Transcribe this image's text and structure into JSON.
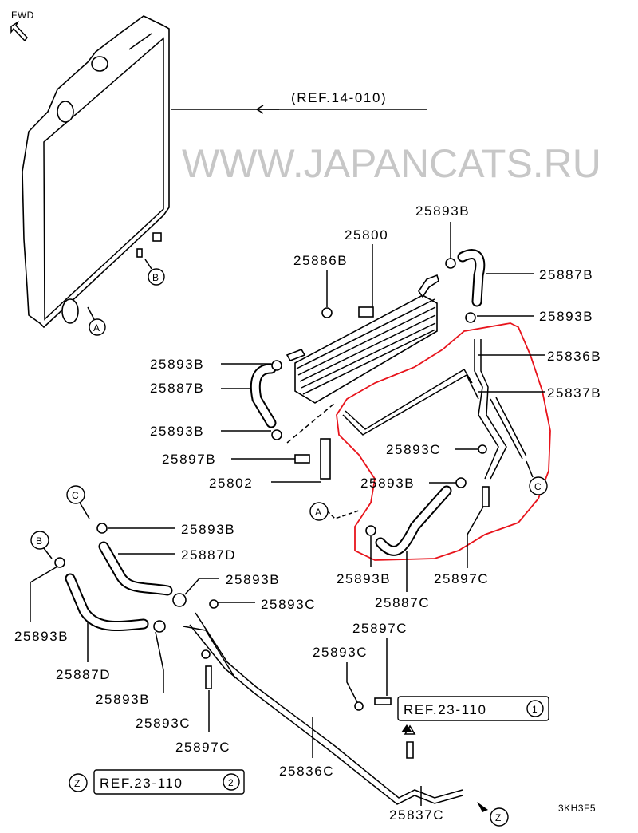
{
  "header": {
    "direction": "FWD",
    "drawing_code": "3KH3F5"
  },
  "watermark": "WWW.JAPANCATS.RU",
  "references": {
    "radiator": "(REF.14-010)",
    "ref1": "REF.23-110",
    "ref1_num": "1",
    "ref2": "REF.23-110",
    "ref2_num": "2"
  },
  "connectors": {
    "a": "A",
    "b": "B",
    "c": "C",
    "z": "Z"
  },
  "labels": [
    "25893B",
    "25800",
    "25886B",
    "25887B",
    "25893B",
    "25836B",
    "25837B",
    "25893B",
    "25887B",
    "25893B",
    "25897B",
    "25802",
    "25893C",
    "25893B",
    "25893B",
    "25897C",
    "25887C",
    "25893B",
    "25887D",
    "25893B",
    "25893C",
    "25893B",
    "25887D",
    "25893B",
    "25893C",
    "25897C",
    "25897C",
    "25893C",
    "25836C",
    "25837C"
  ],
  "highlight_color": "#e8141c"
}
